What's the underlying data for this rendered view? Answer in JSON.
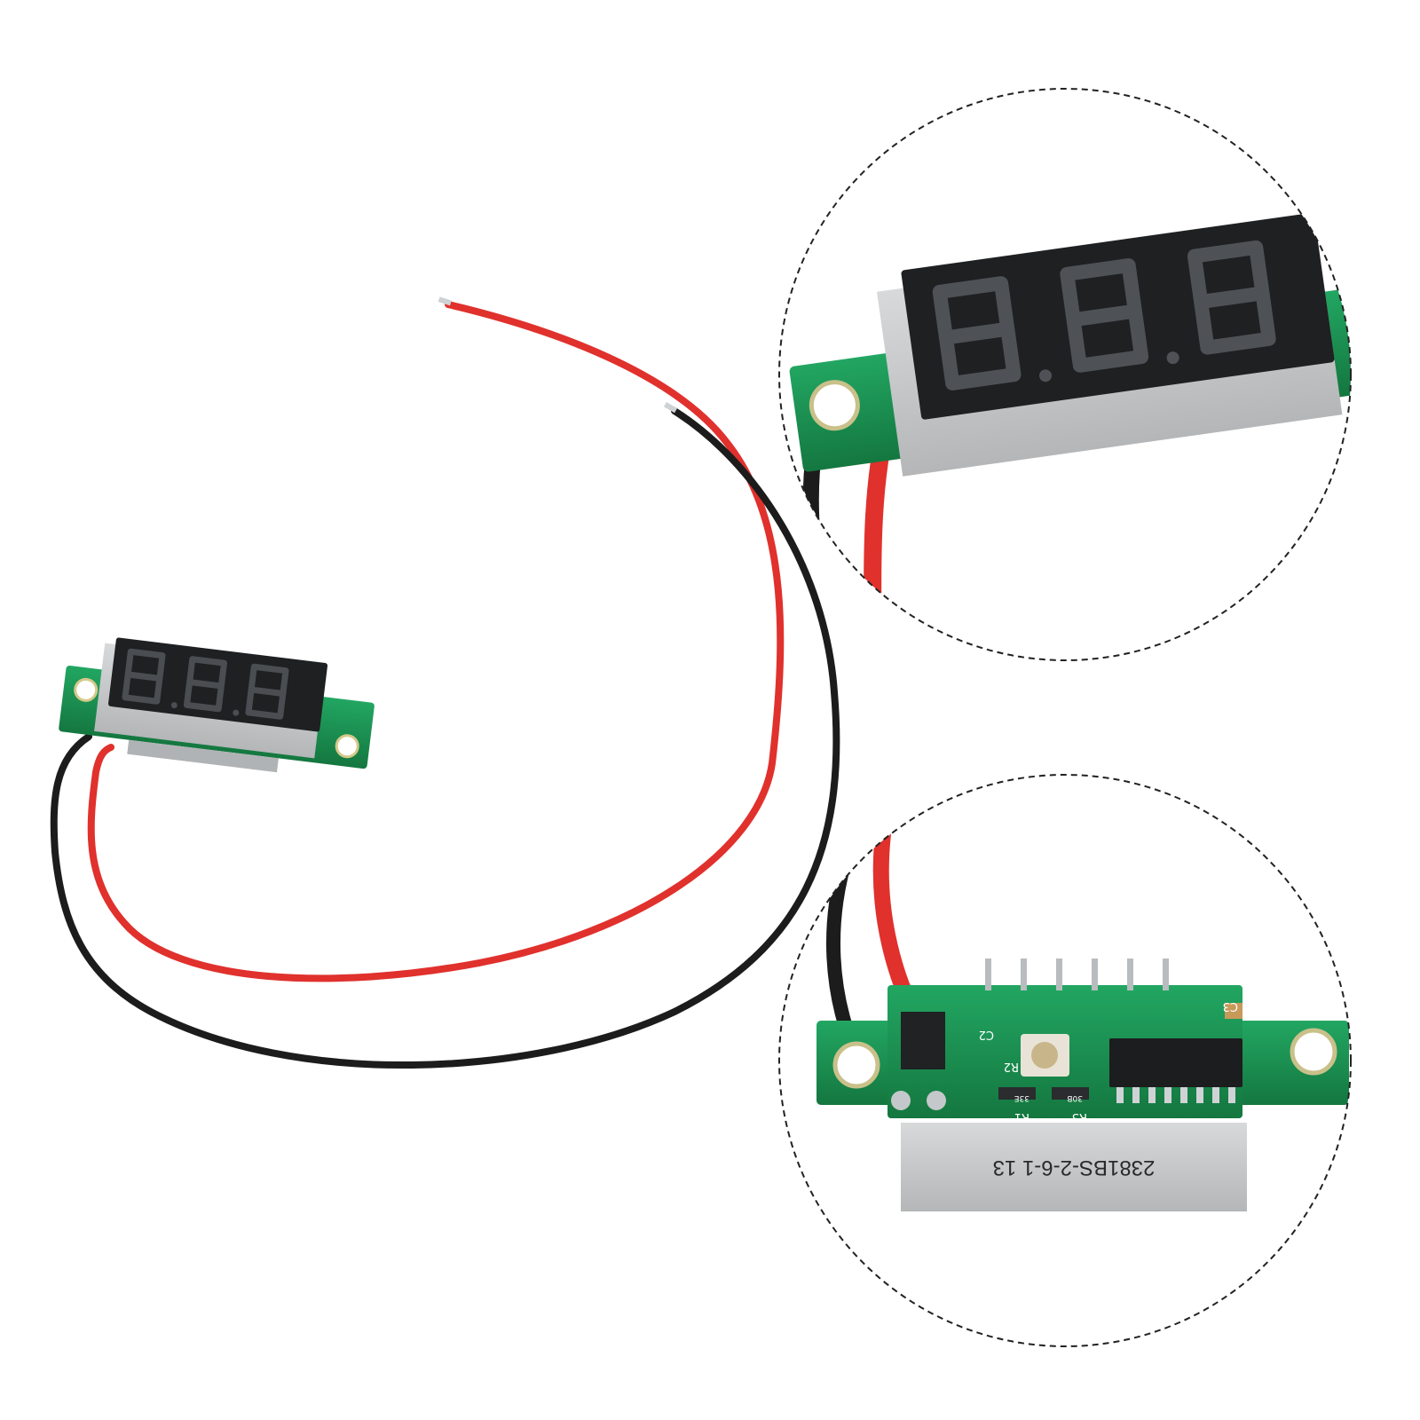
{
  "palette": {
    "background": "#ffffff",
    "pcb_green": "#1f9a5a",
    "pcb_green_dark": "#157a45",
    "display_black": "#1e2022",
    "segment_grey": "#4a4e52",
    "housing_grey": "#c9cbcc",
    "wire_red": "#e0312d",
    "wire_black": "#1c1c1c",
    "dashed_circle": "#222222"
  },
  "board_labels": {
    "c2": "C2",
    "r2": "R2",
    "c3": "C3",
    "r1": "R1",
    "r3": "R3",
    "r1_value": "33E",
    "r3_value": "30B"
  },
  "module_sticker": "2381BS-2-6-1 13"
}
